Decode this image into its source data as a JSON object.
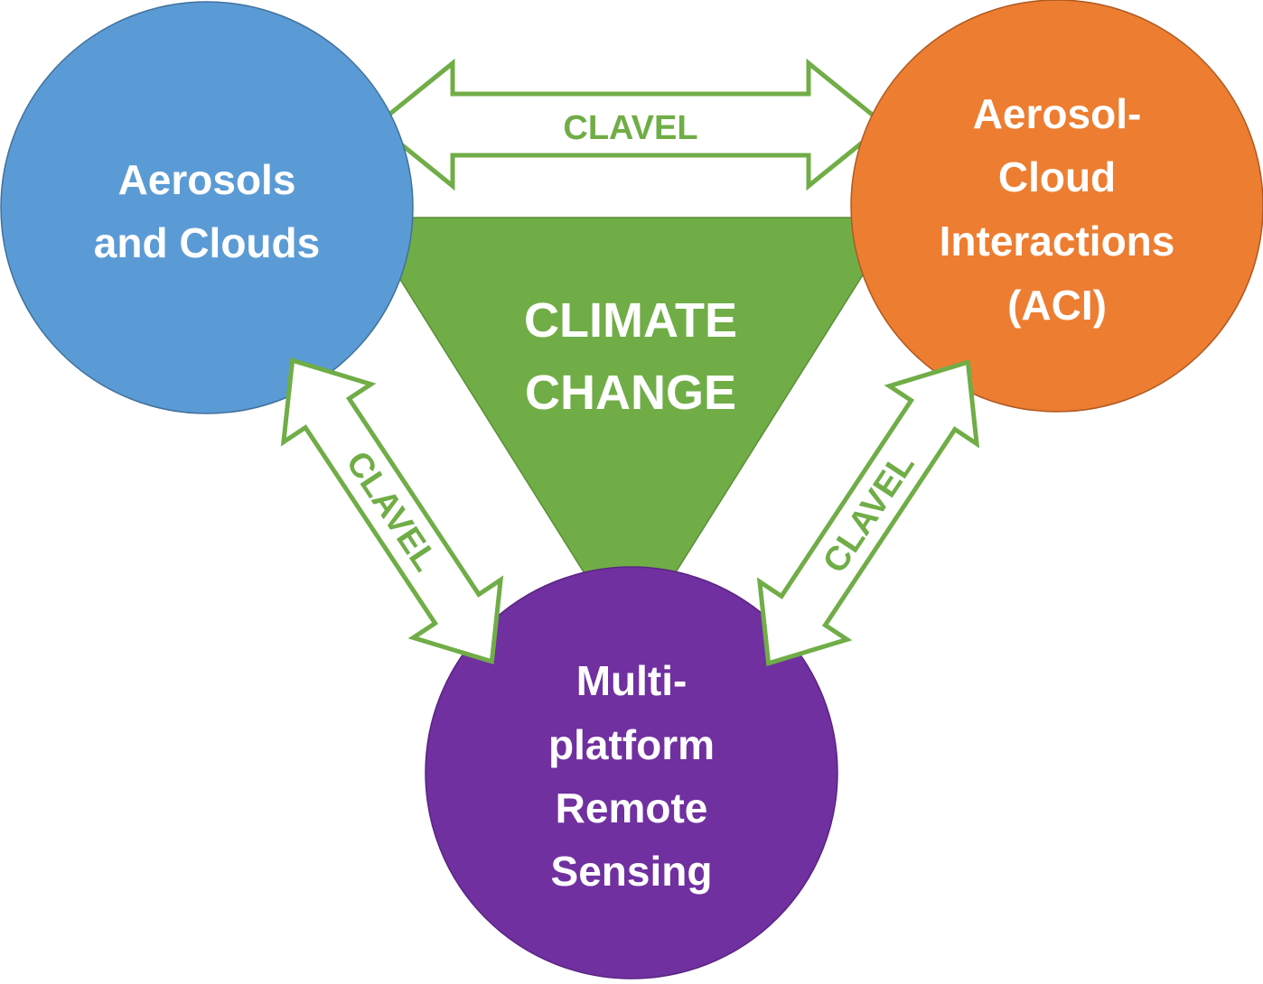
{
  "colors": {
    "triangle": "#70ad47",
    "triangle_stroke": "#5a8f37",
    "arrow_stroke": "#70ad47",
    "arrow_text": "#70ad47",
    "circle_aerosols": "#5b9bd5",
    "circle_aerosols_stroke": "#41719c",
    "circle_aci": "#ed7d31",
    "circle_aci_stroke": "#ae5a21",
    "circle_remote": "#7030a0",
    "circle_remote_stroke": "#5a2483",
    "node_text": "#ffffff"
  },
  "center": {
    "lines": [
      "CLIMATE",
      "CHANGE"
    ]
  },
  "nodes": {
    "aerosols": {
      "lines": [
        "Aerosols",
        "and Clouds"
      ]
    },
    "aci": {
      "lines": [
        "Aerosol-",
        "Cloud",
        "Interactions",
        "(ACI)"
      ]
    },
    "remote": {
      "lines": [
        "Multi-",
        "platform",
        "Remote",
        "Sensing"
      ]
    }
  },
  "arrows": {
    "top": {
      "label": "CLAVEL"
    },
    "left": {
      "label": "CLAVEL"
    },
    "right": {
      "label": "CLAVEL"
    }
  }
}
